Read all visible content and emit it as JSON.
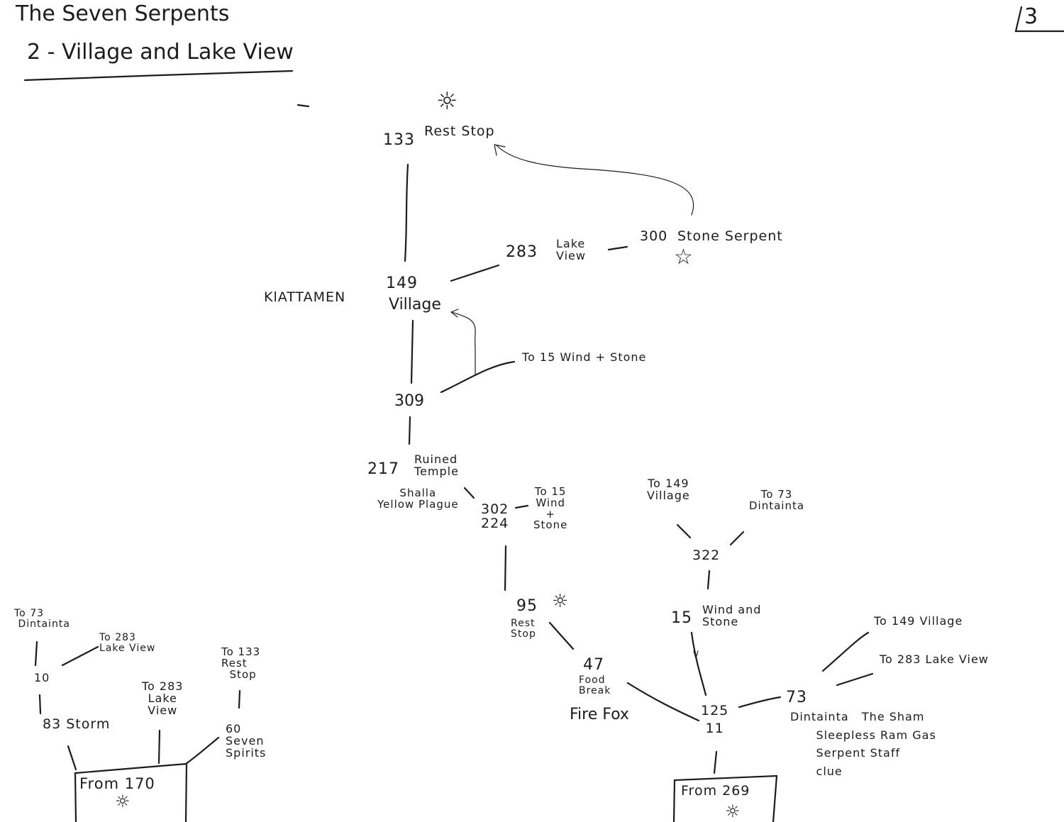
{
  "header": {
    "title": "The Seven Serpents",
    "subtitle": "2 - Village and Lake View",
    "page_number": "3"
  },
  "nodes": {
    "n133": "133",
    "n133_label": "Rest Stop",
    "n283": "283",
    "n283_label": "Lake\nView",
    "n300": "300",
    "n300_label": "Stone Serpent",
    "n149": "149",
    "n149_label": "Village",
    "n149_prefix": "KlATTAMEN",
    "n309": "309",
    "n309_exit": "To 15 Wind + Stone",
    "n217": "217",
    "n217_label": "Ruined\nTemple",
    "n217_note": "Shalla\nYellow Plague",
    "n302": "302\n224",
    "n302_exit": "To 15\nWind\n+\nStone",
    "n95": "95",
    "n95_label": "Rest\nStop",
    "n47": "47",
    "n47_label": "Food\nBreak",
    "n47_note": "Fire Fox",
    "n322": "322",
    "n322_exit_a": "To 149\nVillage",
    "n322_exit_b": "To 73\nDintainta",
    "n15": "15",
    "n15_label": "Wind and\nStone",
    "n125": "125\n11",
    "n73": "73",
    "n73_note": "Dintainta   The Sham\n      Sleepless Ram Gas\n      Serpent Staff\n      clue",
    "n73_exit_a": "To 149 Village",
    "n73_exit_b": "To 283 Lake View",
    "from269": "From 269",
    "n10": "10",
    "n10_exit_a": "To 73\n Dintainta",
    "n10_exit_b": "To 283\nLake View",
    "n83": "83 Storm",
    "exit_283": "To 283\nLake\nView",
    "exit_133": "To 133\nRest\n  Stop",
    "n60": "60\nSeven\nSpirits",
    "from170": "From 170"
  },
  "icons": {
    "sun": "sun-icon",
    "pentagram": "pentagram-icon"
  }
}
